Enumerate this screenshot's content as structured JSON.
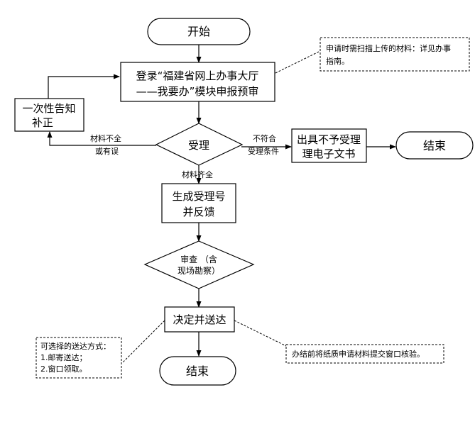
{
  "nodes": {
    "start": "开始",
    "login_line1": "登录“福建省网上办事大厅",
    "login_line2": "——我要办”模块申报预审",
    "notify_line1": "一次性告知",
    "notify_line2": "补正",
    "accept": "受理",
    "reject_line1": "出具不予受理",
    "reject_line2": "理电子文书",
    "end_right": "结束",
    "gen_line1": "生成受理号",
    "gen_line2": "并反馈",
    "review_line1": "审查 （含",
    "review_line2": "现场勘察）",
    "decide": "决定并送达",
    "end_bottom": "结束"
  },
  "edges": {
    "incomplete_line1": "材料不全",
    "incomplete_line2": "或有误",
    "noncompliant_line1": "不符合",
    "noncompliant_line2": "受理条件",
    "complete": "材料齐全"
  },
  "notes": {
    "upload_line1": "申请时需扫描上传的材料：详见办事",
    "upload_line2": "指南。",
    "delivery_line1": "可选择的送达方式：",
    "delivery_line2": "1.邮寄送达；",
    "delivery_line3": "2.窗口领取。",
    "paper": "办结前将纸质申请材料提交窗口核验。"
  }
}
